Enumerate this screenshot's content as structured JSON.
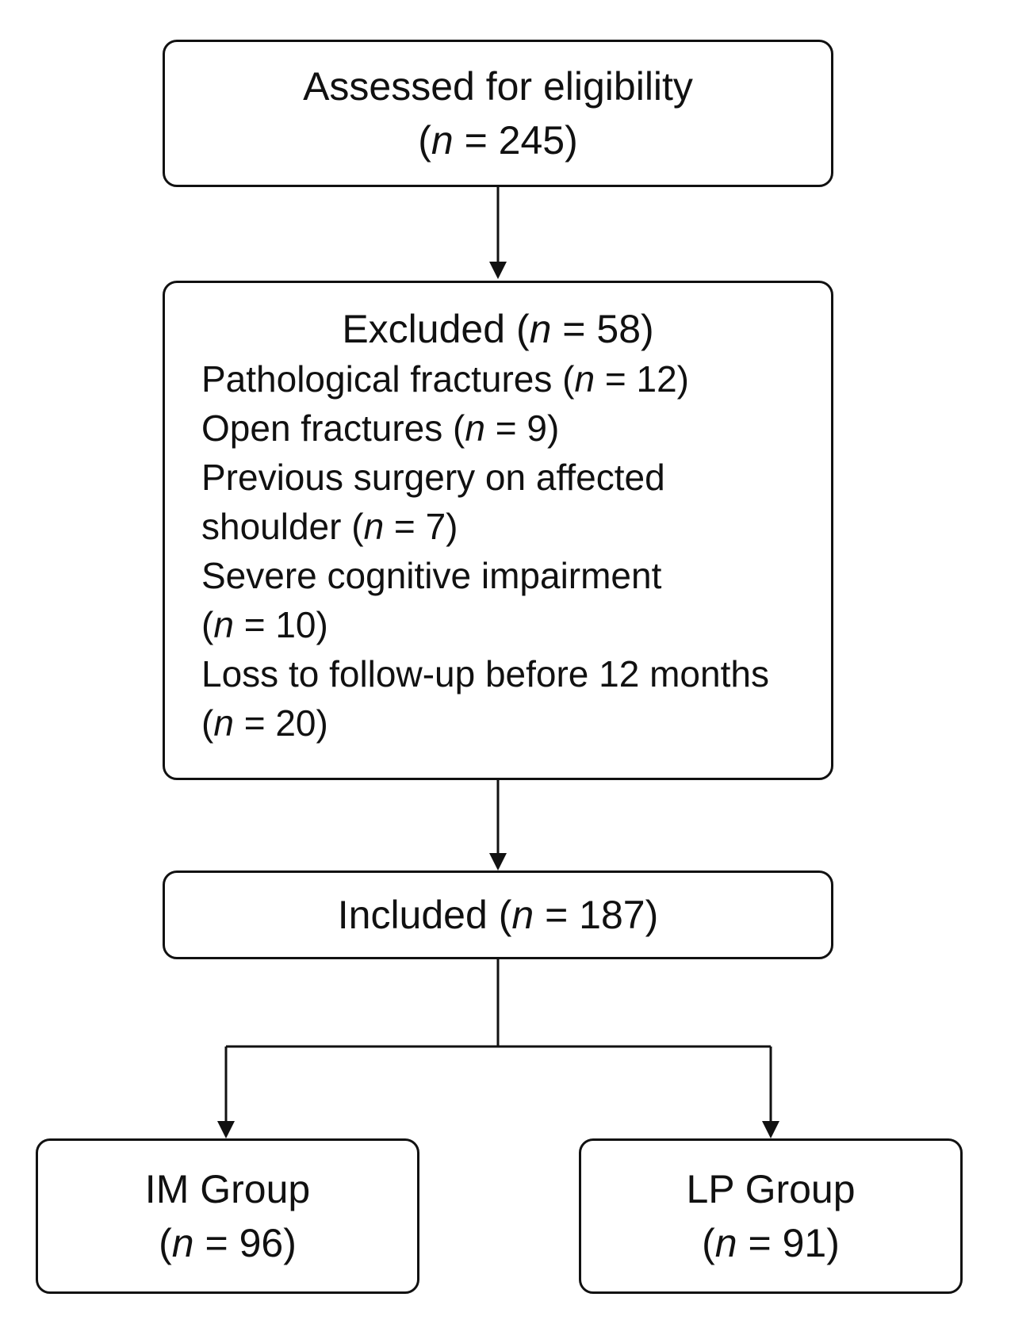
{
  "nodes": {
    "assessed": {
      "label": "Assessed for eligibility",
      "n_text": "(n = 245)",
      "n": 245
    },
    "excluded": {
      "label": "Excluded",
      "n_text": "(n = 58)",
      "n": 58,
      "reasons": [
        {
          "label": "Pathological fractures",
          "n_text": "(n = 12)",
          "n": 12
        },
        {
          "label": "Open fractures",
          "n_text": "(n = 9)",
          "n": 9
        },
        {
          "label_line1": "Previous surgery on affected",
          "label_line2": "shoulder",
          "n_text": "(n = 7)",
          "n": 7
        },
        {
          "label": "Severe cognitive impairment",
          "n_text": "(n = 10)",
          "n": 10
        },
        {
          "label": "Loss to follow-up before 12 months",
          "n_text": "(n = 20)",
          "n": 20
        }
      ]
    },
    "included": {
      "label": "Included",
      "n_text": "(n = 187)",
      "n": 187
    },
    "im_group": {
      "label": "IM Group",
      "n_text": "(n = 96)",
      "n": 96
    },
    "lp_group": {
      "label": "LP Group",
      "n_text": "(n = 91)",
      "n": 91
    }
  },
  "edges": [
    {
      "from": "assessed",
      "to": "excluded"
    },
    {
      "from": "excluded",
      "to": "included"
    },
    {
      "from": "included",
      "to": "im_group"
    },
    {
      "from": "included",
      "to": "lp_group"
    }
  ],
  "colors": {
    "stroke": "#111111",
    "text": "#111111",
    "background": "#ffffff"
  }
}
